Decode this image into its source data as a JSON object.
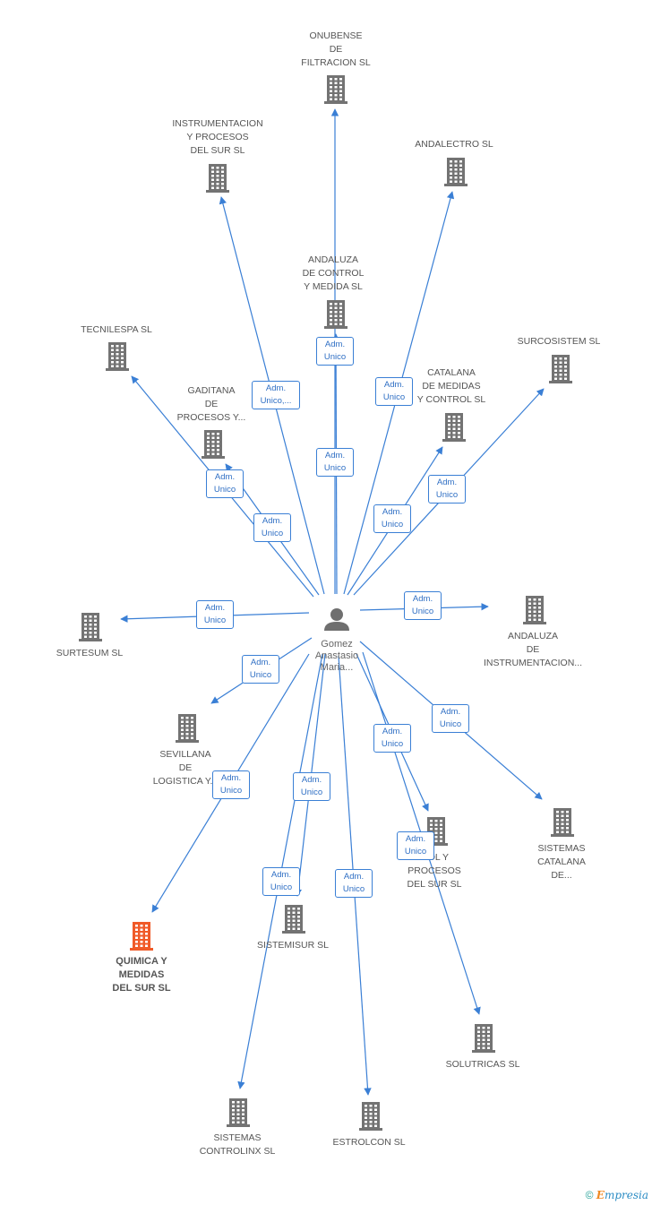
{
  "center": {
    "label": "Gomez\nAnastasio\nMaria..."
  },
  "role_label": "Adm.\nUnico",
  "role_label_alt": "Adm.\nUnico,...",
  "nodes": [
    {
      "id": "onubense",
      "label": "ONUBENSE\nDE\nFILTRACION SL"
    },
    {
      "id": "instrumentacion",
      "label": "INSTRUMENTACION\nY PROCESOS\nDEL SUR SL"
    },
    {
      "id": "andalectro",
      "label": "ANDALECTRO SL"
    },
    {
      "id": "andaluza-control",
      "label": "ANDALUZA\nDE CONTROL\nY MEDIDA SL"
    },
    {
      "id": "tecnilespa",
      "label": "TECNILESPA SL"
    },
    {
      "id": "surcosistem",
      "label": "SURCOSISTEM SL"
    },
    {
      "id": "catalana-medidas",
      "label": "CATALANA\nDE MEDIDAS\nY CONTROL SL"
    },
    {
      "id": "gaditana",
      "label": "GADITANA\nDE\nPROCESOS Y..."
    },
    {
      "id": "surtesum",
      "label": "SURTESUM SL"
    },
    {
      "id": "andaluza-instrumentacion",
      "label": "ANDALUZA\nDE\nINSTRUMENTACION..."
    },
    {
      "id": "sevillana",
      "label": "SEVILLANA\nDE\nLOGISTICA Y..."
    },
    {
      "id": "control-procesos",
      "label": "...OL Y\nPROCESOS\nDEL SUR SL"
    },
    {
      "id": "sistemas-catalana",
      "label": "SISTEMAS\nCATALANA\nDE..."
    },
    {
      "id": "quimica",
      "label": "QUIMICA Y\nMEDIDAS\nDEL SUR SL",
      "highlight": true
    },
    {
      "id": "sistemisur",
      "label": "SISTEMISUR SL"
    },
    {
      "id": "solutricas",
      "label": "SOLUTRICAS SL"
    },
    {
      "id": "sistemas-controlinx",
      "label": "SISTEMAS\nCONTROLINX SL"
    },
    {
      "id": "estrolcon",
      "label": "ESTROLCON SL"
    }
  ],
  "colors": {
    "edge": "#3a7fd5",
    "building": "#737373",
    "building_highlight": "#f05a28",
    "person": "#6f6f6f"
  },
  "footer": {
    "copyright": "©",
    "brand_rest": "mpresia",
    "brand_initial": "E"
  }
}
